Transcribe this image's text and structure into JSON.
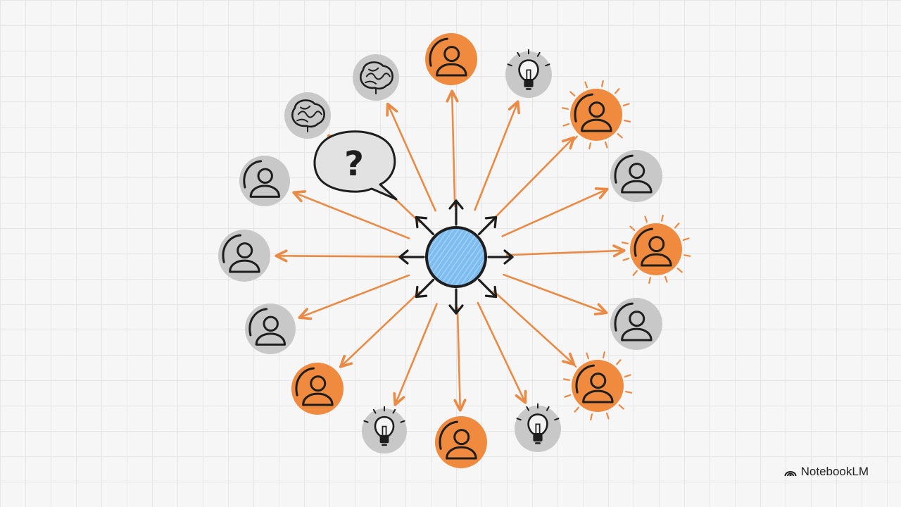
{
  "brand": {
    "name": "NotebookLM",
    "icon": "notebooklm-logo-icon"
  },
  "colors": {
    "hub": "#7fbdf0",
    "arrow_orange": "#ea8a45",
    "person_orange": "#f08a3e",
    "node_gray": "#c8c8c8",
    "ink": "#1e1e1e",
    "bubble": "#e2e2e2"
  },
  "diagram": {
    "hub": {
      "name": "central-hub",
      "directions": 8
    },
    "question_bubble": {
      "text": "?"
    },
    "nodes": [
      {
        "name": "person-node",
        "kind": "person",
        "tone": "orange",
        "glow": false
      },
      {
        "name": "lightbulb-node",
        "kind": "bulb",
        "tone": "gray",
        "glow": false
      },
      {
        "name": "person-node",
        "kind": "person",
        "tone": "orange",
        "glow": true
      },
      {
        "name": "person-node",
        "kind": "person",
        "tone": "gray",
        "glow": false
      },
      {
        "name": "person-node",
        "kind": "person",
        "tone": "orange",
        "glow": true
      },
      {
        "name": "person-node",
        "kind": "person",
        "tone": "gray",
        "glow": false
      },
      {
        "name": "person-node",
        "kind": "person",
        "tone": "orange",
        "glow": true
      },
      {
        "name": "lightbulb-node",
        "kind": "bulb",
        "tone": "gray",
        "glow": false
      },
      {
        "name": "person-node",
        "kind": "person",
        "tone": "orange",
        "glow": false
      },
      {
        "name": "lightbulb-node",
        "kind": "bulb",
        "tone": "gray",
        "glow": false
      },
      {
        "name": "person-node",
        "kind": "person",
        "tone": "orange",
        "glow": false
      },
      {
        "name": "person-node",
        "kind": "person",
        "tone": "gray",
        "glow": false
      },
      {
        "name": "person-node",
        "kind": "person",
        "tone": "gray",
        "glow": false
      },
      {
        "name": "person-node",
        "kind": "person",
        "tone": "gray",
        "glow": false
      },
      {
        "name": "brain-node",
        "kind": "brain",
        "tone": "gray",
        "glow": false
      },
      {
        "name": "brain-node",
        "kind": "brain",
        "tone": "gray",
        "glow": false
      }
    ]
  }
}
